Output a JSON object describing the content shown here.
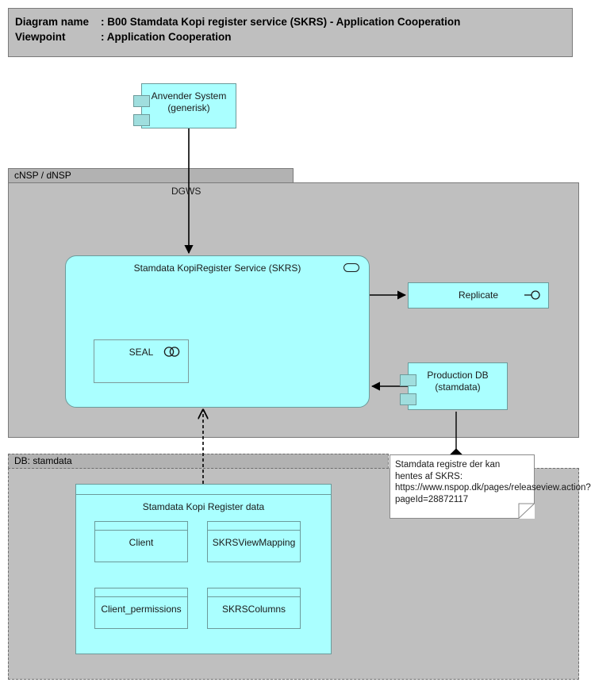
{
  "header": {
    "diagram_name_label": "Diagram name",
    "diagram_name_value": ": B00 Stamdata Kopi register service (SKRS) - Application Cooperation",
    "viewpoint_label": "Viewpoint",
    "viewpoint_value": ": Application Cooperation"
  },
  "groups": {
    "cnsp": {
      "title": "cNSP / dNSP"
    },
    "db": {
      "title": "DB: stamdata"
    }
  },
  "nodes": {
    "anvender_system": {
      "label": "Anvender System\n(generisk)",
      "icon": "component-icon"
    },
    "skrs_service": {
      "label": "Stamdata KopiRegister Service (SKRS)",
      "icon": "application-service-icon"
    },
    "seal": {
      "label": "SEAL",
      "icon": "application-collaboration-icon"
    },
    "replicate": {
      "label": "Replicate",
      "icon": "interface-lollipop-icon"
    },
    "production_db": {
      "label": "Production DB\n(stamdata)",
      "icon": "component-icon"
    }
  },
  "data_package": {
    "title": "Stamdata Kopi Register data",
    "entities": [
      {
        "name": "Client"
      },
      {
        "name": "SKRSViewMapping"
      },
      {
        "name": "Client_permissions"
      },
      {
        "name": "SKRSColumns"
      }
    ]
  },
  "connectors": {
    "dgws_label": "DGWS"
  },
  "note": {
    "text": "Stamdata registre der kan hentes af SKRS: https://www.nspop.dk/pages/releaseview.action?pageId=28872117"
  },
  "colors": {
    "node_fill": "#aaffff",
    "node_border": "#6c9a9a",
    "component_tab_fill": "#a0dede",
    "group_fill": "#bfbfbf",
    "group_tab_fill": "#b2b2b2",
    "group_border": "#7a7a7a",
    "note_fill": "#ffffff",
    "connector": "#000000"
  }
}
